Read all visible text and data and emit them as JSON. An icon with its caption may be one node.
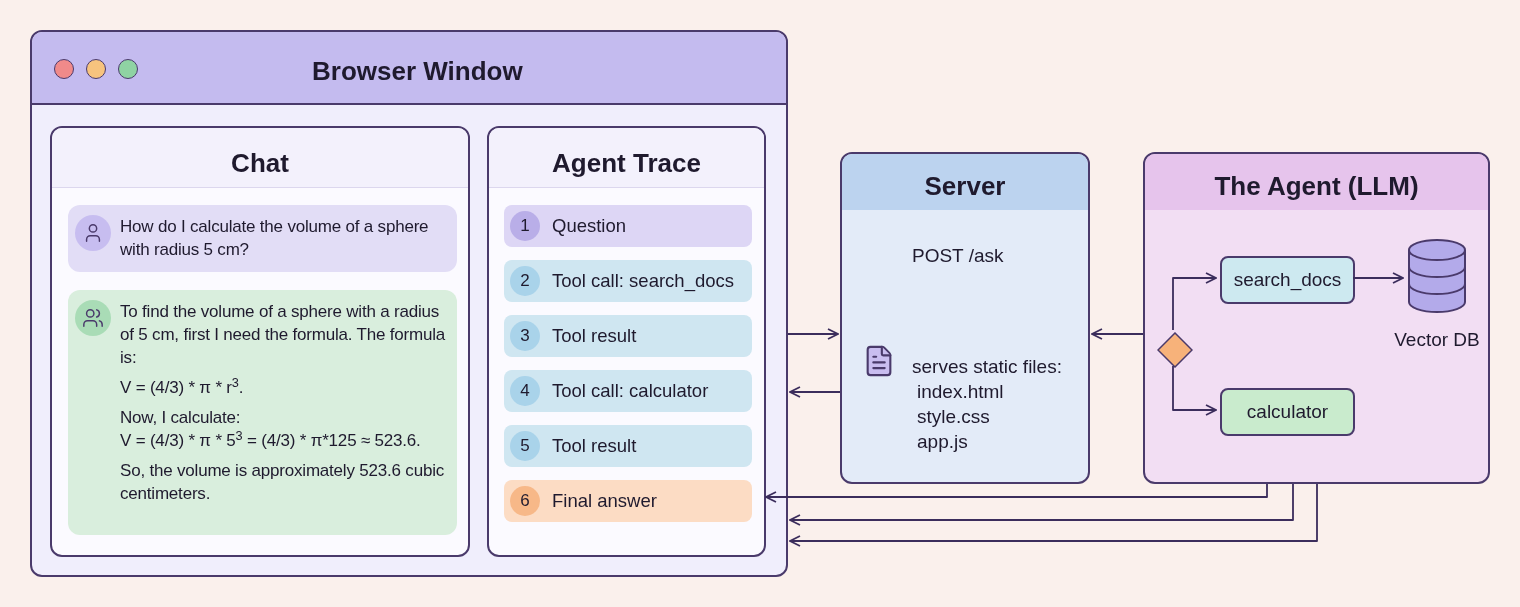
{
  "diagram": {
    "nodes": [
      {
        "text": [
          "Browser Window"
        ]
      },
      {
        "text": [
          "Chat"
        ],
        "in": 0
      },
      {
        "text": [
          "How do I calculate the volume of a sphere with radius 5 cm?"
        ],
        "in": 1
      },
      {
        "text": [
          "To find the volume of a sphere with a radius of 5 cm, first I need the formula. The formula is:",
          "V = (4/3) * π * r$^{3}$.",
          "Now, I calculate:",
          "V = (4/3) * π * 5$^{3}$ = (4/3) * π*125 ≈ 523.6.",
          "So, the volume is approximately 523.6 cubic centimeters."
        ],
        "in": 1
      },
      {
        "text": [
          "Agent Trace"
        ],
        "in": 0
      },
      {
        "text": [
          "1",
          "Question"
        ],
        "in": 4
      },
      {
        "text": [
          "2",
          "Tool call: search_docs"
        ],
        "in": 4
      },
      {
        "text": [
          "3",
          "Tool result"
        ],
        "in": 4
      },
      {
        "text": [
          "4",
          "Tool call: calculator"
        ],
        "in": 4
      },
      {
        "text": [
          "5",
          "Tool result"
        ],
        "in": 4
      },
      {
        "text": [
          "6",
          "Final answer"
        ],
        "in": 4
      },
      {
        "text": [
          "Server",
          "POST /ask",
          "serves static files:",
          "index.html",
          "style.css",
          "app.js"
        ]
      },
      {
        "text": [
          "The Agent (LLM)"
        ]
      },
      {
        "text": [],
        "shape": "diamond",
        "in": 12
      },
      {
        "text": [
          "search_docs"
        ],
        "in": 12
      },
      {
        "text": [
          "calculator"
        ],
        "in": 12
      },
      {
        "text": [
          "Vector DB"
        ],
        "in": 12
      }
    ],
    "edges": [
      {
        "from": 0,
        "to": 11,
        "arrow": "to"
      },
      {
        "from": 11,
        "to": 0,
        "arrow": "to"
      },
      {
        "from": 12,
        "to": 11,
        "arrow": "to"
      },
      {
        "from": 13,
        "to": 14,
        "arrow": "to"
      },
      {
        "from": 13,
        "to": 15,
        "arrow": "to"
      },
      {
        "from": 14,
        "to": 16,
        "arrow": "to"
      },
      {
        "from": 12,
        "to": 4,
        "arrow": "to"
      },
      {
        "from": 12,
        "to": 0,
        "arrow": "to"
      },
      {
        "from": 12,
        "to": 0,
        "arrow": "to"
      }
    ]
  }
}
